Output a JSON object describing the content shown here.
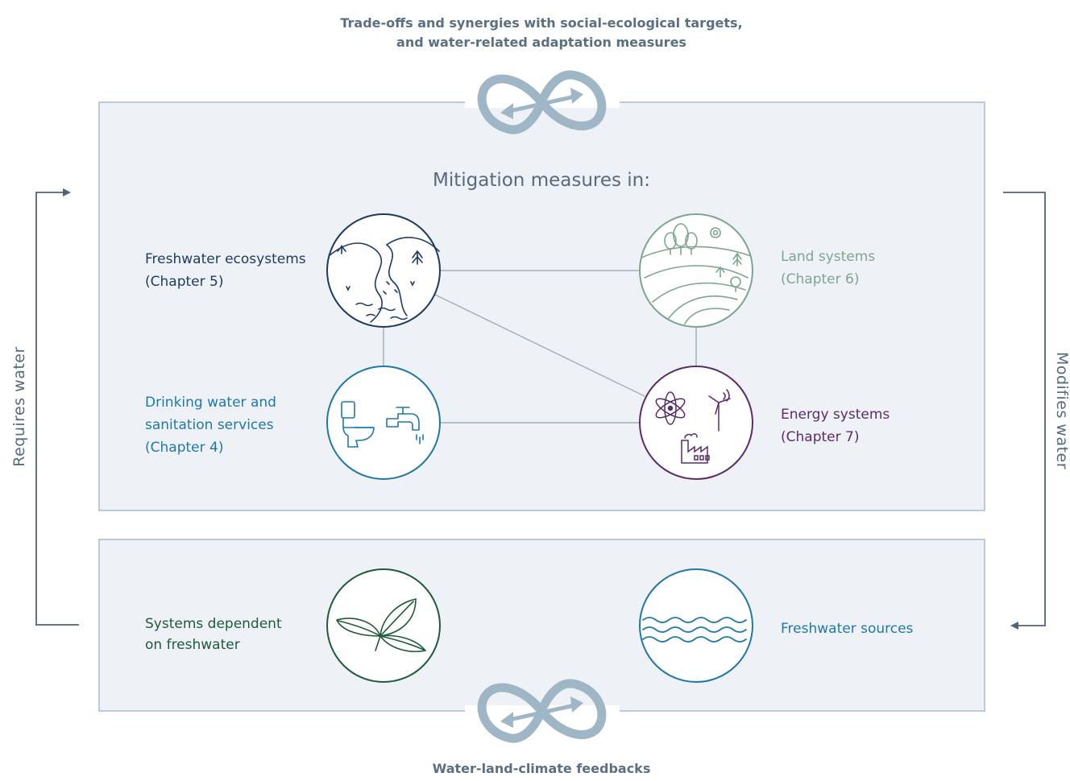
{
  "top_caption": {
    "line1": "Trade-offs and synergies with social-ecological targets,",
    "line2": "and water-related adaptation measures"
  },
  "bottom_caption": "Water-land-climate feedbacks",
  "main_heading": "Mitigation measures in:",
  "left_side_label": "Requires  water",
  "right_side_label": "Modifies  water",
  "nodes": {
    "freshwater_ecosystems": {
      "line1": "Freshwater ecosystems",
      "line2": "(Chapter 5)",
      "icon": "river-landscape-icon"
    },
    "land_systems": {
      "line1": "Land systems",
      "line2": "(Chapter 6)",
      "icon": "farmland-icon"
    },
    "drinking_water": {
      "line1": "Drinking water and",
      "line2": "sanitation services",
      "line3": "(Chapter 4)",
      "icon": "toilet-tap-icon"
    },
    "energy_systems": {
      "line1": "Energy systems",
      "line2": "(Chapter 7)",
      "icon": "energy-icon"
    },
    "dependent_systems": {
      "line1": "Systems dependent",
      "line2": "on freshwater",
      "icon": "leaves-icon"
    },
    "freshwater_sources": {
      "line1": "Freshwater sources",
      "icon": "waves-icon"
    }
  },
  "colors": {
    "panel_fill": "#eef2f6",
    "panel_border": "#a9bccb",
    "freshwater_ecosystems": "#1d3a5f",
    "land_systems": "#7fa58e",
    "drinking_water": "#1f78a8",
    "energy_systems": "#5a2c6a",
    "dependent_systems": "#1f5a3a",
    "freshwater_sources": "#1f78a8",
    "loop_icon": "#9fb6c6",
    "arrows": "#4f6475"
  }
}
